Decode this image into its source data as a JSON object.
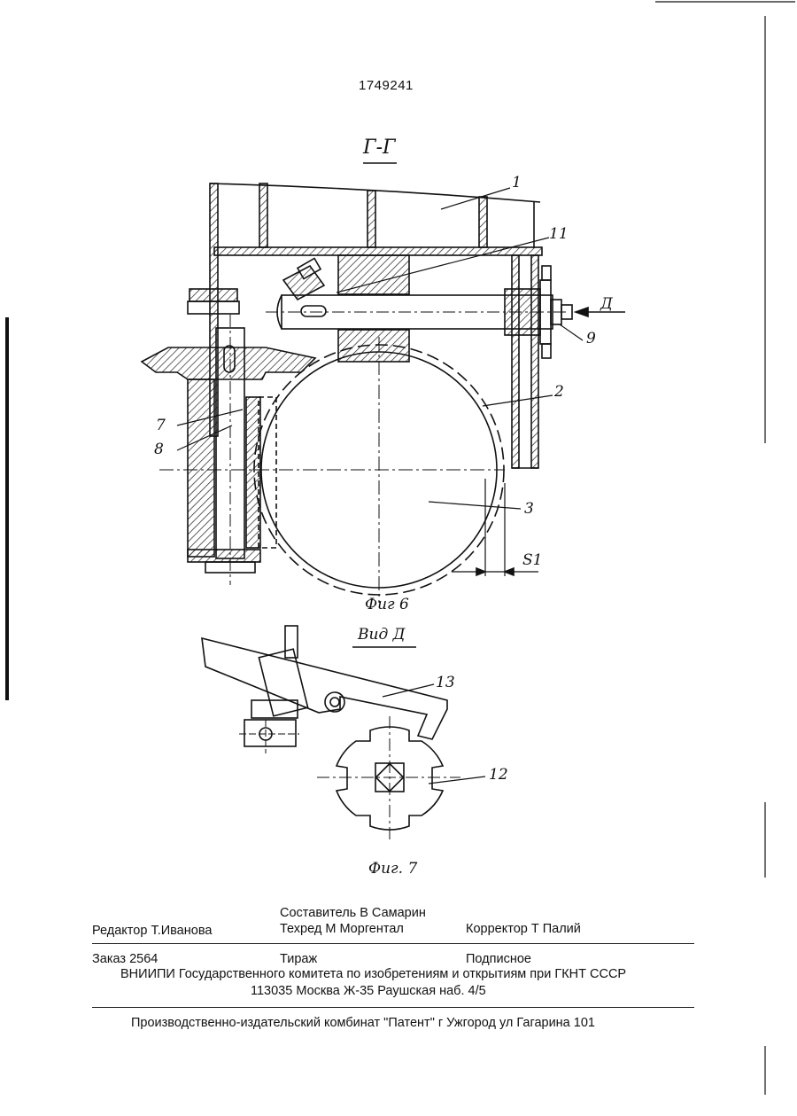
{
  "patent_number": "1749241",
  "figures": {
    "fig6": {
      "section_title": "Г-Г",
      "caption": "Фиг 6",
      "callouts": [
        "1",
        "11",
        "Д",
        "9",
        "2",
        "7",
        "8",
        "3",
        "S1"
      ]
    },
    "fig7": {
      "view_title": "Вид Д",
      "caption": "Фиг. 7",
      "callouts": [
        "13",
        "12"
      ]
    }
  },
  "imprint": {
    "compiler": "Составитель  В Самарин",
    "editor": "Редактор  Т.Иванова",
    "techred": "Техред М Моргентал",
    "corrector": "Корректор  Т Палий",
    "order": "Заказ  2564",
    "circulation": "Тираж",
    "subscription": "Подписное",
    "org": "ВНИИПИ Государственного комитета по изобретениям и открытиям при ГКНТ СССР",
    "address": "113035  Москва  Ж-35  Раушская наб.  4/5",
    "printer": "Производственно-издательский комбинат \"Патент\"  г  Ужгород  ул Гагарина  101"
  }
}
